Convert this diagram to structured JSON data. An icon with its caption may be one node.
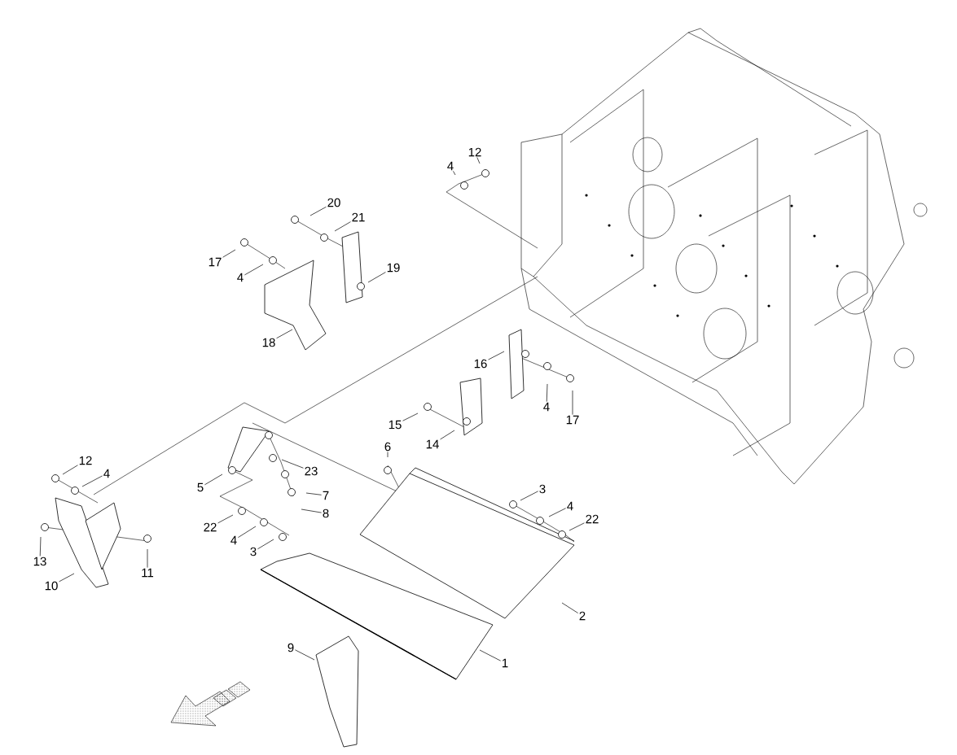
{
  "diagram": {
    "nodes": [
      {
        "text": [
          "12"
        ]
      },
      {
        "text": [
          "4"
        ]
      },
      {
        "text": [
          "20"
        ]
      },
      {
        "text": [
          "21"
        ]
      },
      {
        "text": [
          "17"
        ]
      },
      {
        "text": [
          "4"
        ]
      },
      {
        "text": [
          "19"
        ]
      },
      {
        "text": [
          "18"
        ]
      },
      {
        "text": [
          "16"
        ]
      },
      {
        "text": [
          "4"
        ]
      },
      {
        "text": [
          "17"
        ]
      },
      {
        "text": [
          "15"
        ]
      },
      {
        "text": [
          "14"
        ]
      },
      {
        "text": [
          "6"
        ]
      },
      {
        "text": [
          "12"
        ]
      },
      {
        "text": [
          "4"
        ]
      },
      {
        "text": [
          "23"
        ]
      },
      {
        "text": [
          "5"
        ]
      },
      {
        "text": [
          "7"
        ]
      },
      {
        "text": [
          "8"
        ]
      },
      {
        "text": [
          "3"
        ]
      },
      {
        "text": [
          "4"
        ]
      },
      {
        "text": [
          "22"
        ]
      },
      {
        "text": [
          "22"
        ]
      },
      {
        "text": [
          "4"
        ]
      },
      {
        "text": [
          "13"
        ]
      },
      {
        "text": [
          "11"
        ]
      },
      {
        "text": [
          "3"
        ]
      },
      {
        "text": [
          "10"
        ]
      },
      {
        "text": [
          "2"
        ]
      },
      {
        "text": [
          "9"
        ]
      },
      {
        "text": [
          "1"
        ]
      }
    ],
    "edges": [
      {
        "from": 0,
        "to": null,
        "arrow": "none"
      },
      {
        "from": 1,
        "to": null,
        "arrow": "none"
      },
      {
        "from": 2,
        "to": null,
        "arrow": "none"
      },
      {
        "from": 3,
        "to": null,
        "arrow": "none"
      },
      {
        "from": 4,
        "to": null,
        "arrow": "none"
      },
      {
        "from": 5,
        "to": null,
        "arrow": "none"
      },
      {
        "from": 6,
        "to": null,
        "arrow": "none"
      },
      {
        "from": 7,
        "to": null,
        "arrow": "none"
      },
      {
        "from": 8,
        "to": null,
        "arrow": "none"
      },
      {
        "from": 9,
        "to": null,
        "arrow": "none"
      },
      {
        "from": 10,
        "to": null,
        "arrow": "none"
      },
      {
        "from": 11,
        "to": null,
        "arrow": "none"
      },
      {
        "from": 12,
        "to": null,
        "arrow": "none"
      },
      {
        "from": 13,
        "to": null,
        "arrow": "none"
      },
      {
        "from": 14,
        "to": null,
        "arrow": "none"
      },
      {
        "from": 15,
        "to": null,
        "arrow": "none"
      },
      {
        "from": 16,
        "to": null,
        "arrow": "none"
      },
      {
        "from": 17,
        "to": null,
        "arrow": "none"
      },
      {
        "from": 18,
        "to": null,
        "arrow": "none"
      },
      {
        "from": 19,
        "to": null,
        "arrow": "none"
      },
      {
        "from": 20,
        "to": null,
        "arrow": "none"
      },
      {
        "from": 21,
        "to": null,
        "arrow": "none"
      },
      {
        "from": 22,
        "to": null,
        "arrow": "none"
      },
      {
        "from": 23,
        "to": null,
        "arrow": "none"
      },
      {
        "from": 24,
        "to": null,
        "arrow": "none"
      },
      {
        "from": 25,
        "to": null,
        "arrow": "none"
      },
      {
        "from": 26,
        "to": null,
        "arrow": "none"
      },
      {
        "from": 27,
        "to": null,
        "arrow": "none"
      },
      {
        "from": 28,
        "to": null,
        "arrow": "none"
      },
      {
        "from": 29,
        "to": null,
        "arrow": "none"
      },
      {
        "from": 30,
        "to": null,
        "arrow": "none"
      },
      {
        "from": 31,
        "to": null,
        "arrow": "none"
      }
    ]
  }
}
